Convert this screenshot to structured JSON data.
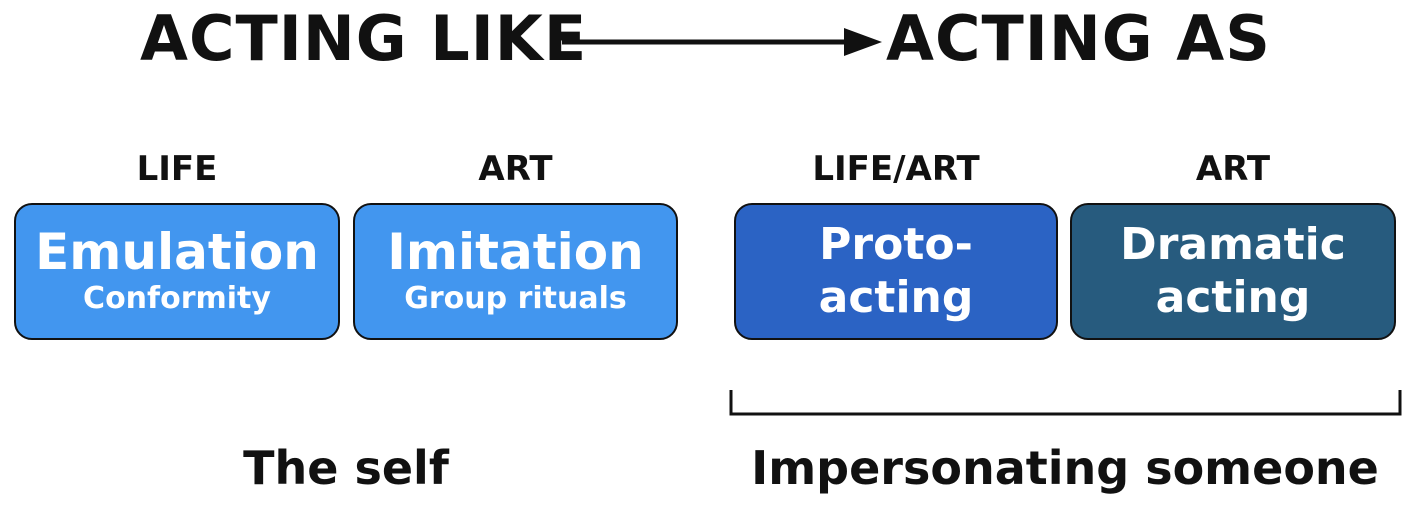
{
  "headings": {
    "left": "ACTING LIKE",
    "right": "ACTING AS"
  },
  "categories": [
    "LIFE",
    "ART",
    "LIFE/ART",
    "ART"
  ],
  "boxes": [
    {
      "title": "Emulation",
      "subtitle": "Conformity",
      "color": "#4296EF"
    },
    {
      "title": "Imitation",
      "subtitle": "Group rituals",
      "color": "#4296EF"
    },
    {
      "line1": "Proto-",
      "line2": "acting",
      "color": "#2B63C4"
    },
    {
      "line1": "Dramatic",
      "line2": "acting",
      "color": "#275B7E"
    }
  ],
  "footers": {
    "left": "The self",
    "right": "Impersonating someone"
  },
  "colors": {
    "text": "#111111",
    "box_text": "#FFFFFF",
    "box_border": "#111111"
  }
}
